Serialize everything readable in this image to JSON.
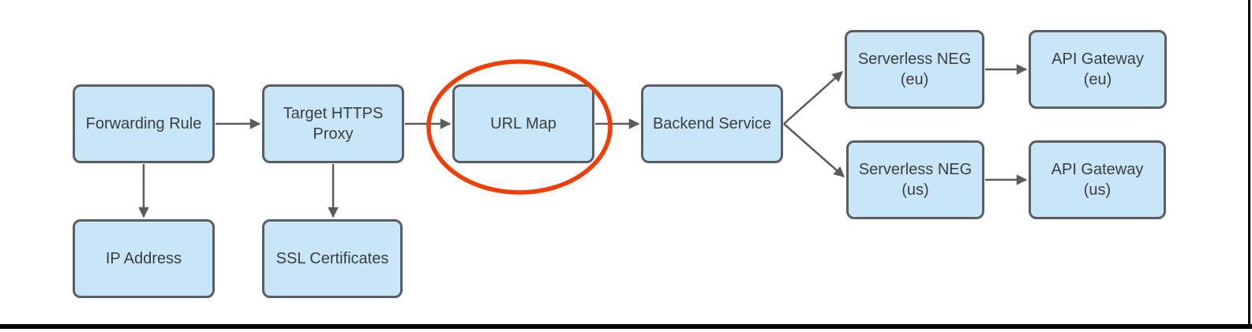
{
  "diagram": {
    "type": "flowchart",
    "background": "#ffffff",
    "nodes": {
      "forwarding_rule": {
        "label": "Forwarding Rule"
      },
      "ip_address": {
        "label": "IP Address"
      },
      "target_https_proxy": {
        "label": "Target HTTPS\nProxy"
      },
      "ssl_certificates": {
        "label": "SSL Certificates"
      },
      "url_map": {
        "label": "URL Map"
      },
      "backend_service": {
        "label": "Backend Service"
      },
      "serverless_neg_eu": {
        "label": "Serverless NEG\n(eu)"
      },
      "api_gateway_eu": {
        "label": "API Gateway\n(eu)"
      },
      "serverless_neg_us": {
        "label": "Serverless NEG\n(us)"
      },
      "api_gateway_us": {
        "label": "API Gateway\n(us)"
      }
    },
    "edges": [
      {
        "from": "forwarding_rule",
        "to": "target_https_proxy",
        "direction": "right"
      },
      {
        "from": "forwarding_rule",
        "to": "ip_address",
        "direction": "down"
      },
      {
        "from": "target_https_proxy",
        "to": "url_map",
        "direction": "right"
      },
      {
        "from": "target_https_proxy",
        "to": "ssl_certificates",
        "direction": "down"
      },
      {
        "from": "url_map",
        "to": "backend_service",
        "direction": "right"
      },
      {
        "from": "backend_service",
        "to": "serverless_neg_eu",
        "direction": "up-right"
      },
      {
        "from": "backend_service",
        "to": "serverless_neg_us",
        "direction": "down-right"
      },
      {
        "from": "serverless_neg_eu",
        "to": "api_gateway_eu",
        "direction": "right"
      },
      {
        "from": "serverless_neg_us",
        "to": "api_gateway_us",
        "direction": "right"
      }
    ],
    "annotation": {
      "shape": "ellipse",
      "highlights": "url_map",
      "color": "#f43b00"
    },
    "colors": {
      "node_fill": "#c9e5f8",
      "node_border": "#5b5e60",
      "node_text": "#3b3e40",
      "edge": "#5b5b5b",
      "highlight": "#f43b00",
      "frame": "#000000"
    }
  }
}
